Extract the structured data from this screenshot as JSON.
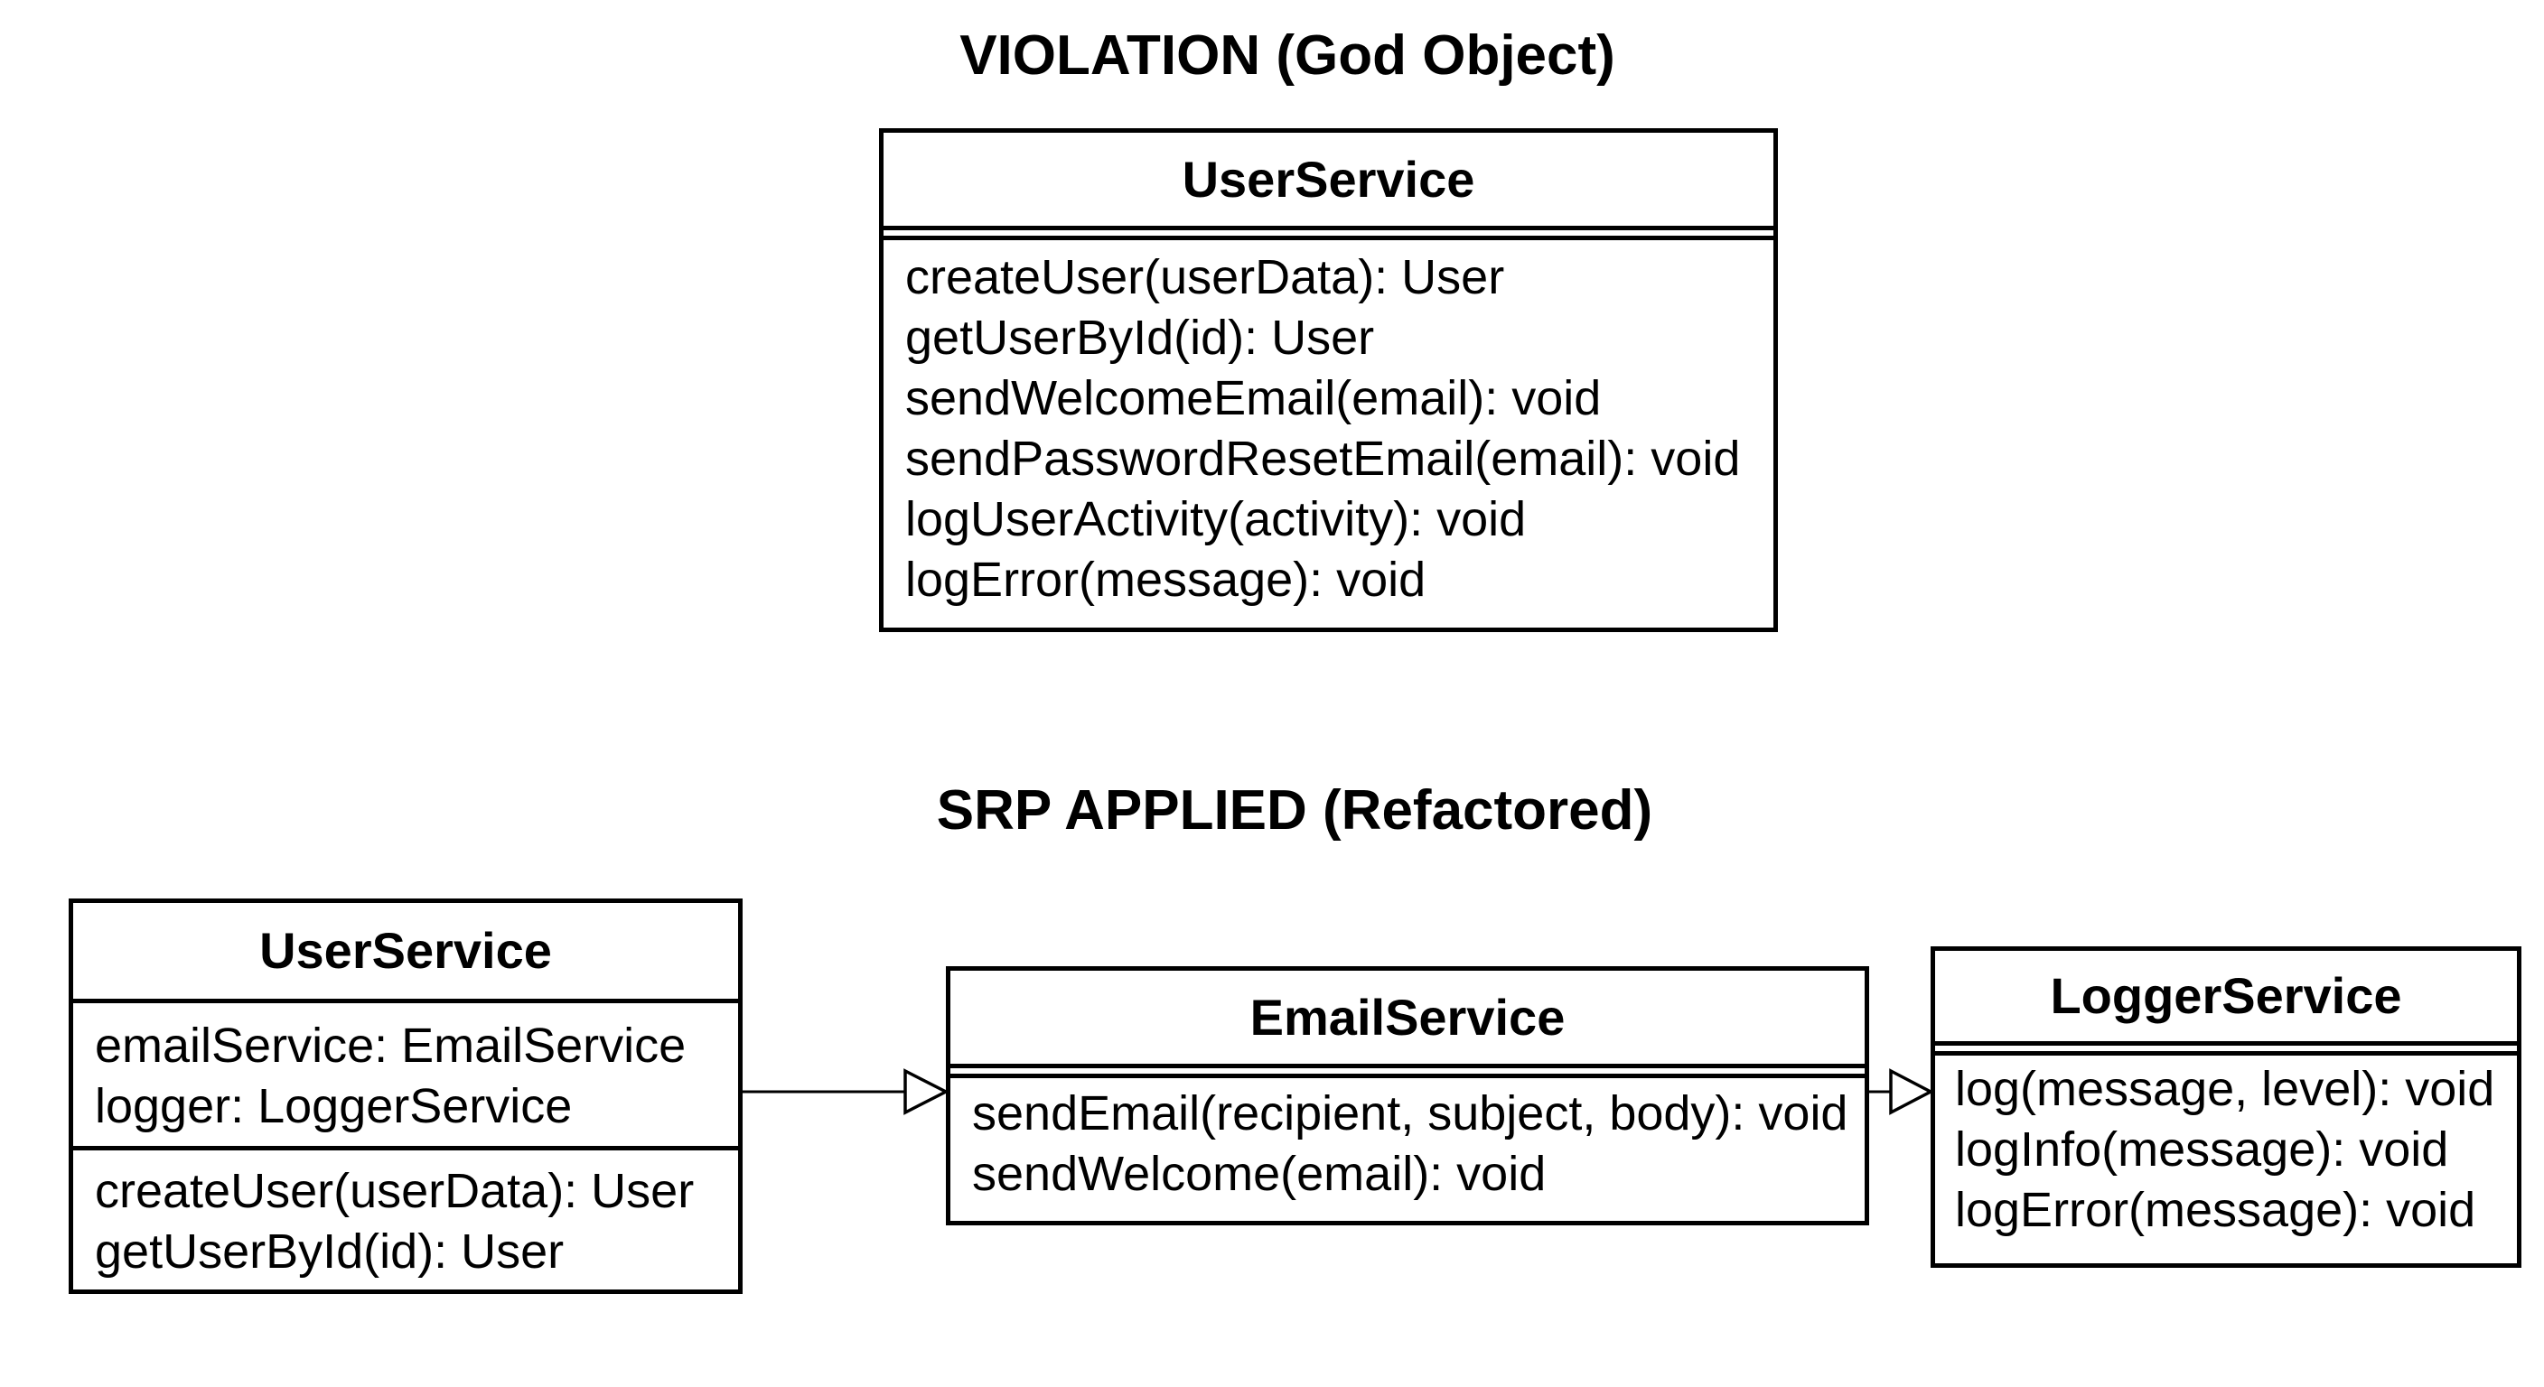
{
  "violation": {
    "heading": "VIOLATION (God Object)",
    "class": {
      "name": "UserService",
      "methods": [
        "createUser(userData): User",
        "getUserById(id): User",
        "sendWelcomeEmail(email): void",
        "sendPasswordResetEmail(email): void",
        "logUserActivity(activity): void",
        "logError(message): void"
      ]
    }
  },
  "refactored": {
    "heading": "SRP APPLIED (Refactored)",
    "user_service": {
      "name": "UserService",
      "attributes": [
        "emailService: EmailService",
        "logger: LoggerService"
      ],
      "methods": [
        "createUser(userData): User",
        "getUserById(id): User"
      ]
    },
    "email_service": {
      "name": "EmailService",
      "methods": [
        "sendEmail(recipient, subject, body): void",
        "sendWelcome(email): void"
      ]
    },
    "logger_service": {
      "name": "LoggerService",
      "methods": [
        "log(message, level): void",
        "logInfo(message): void",
        "logError(message): void"
      ]
    }
  }
}
